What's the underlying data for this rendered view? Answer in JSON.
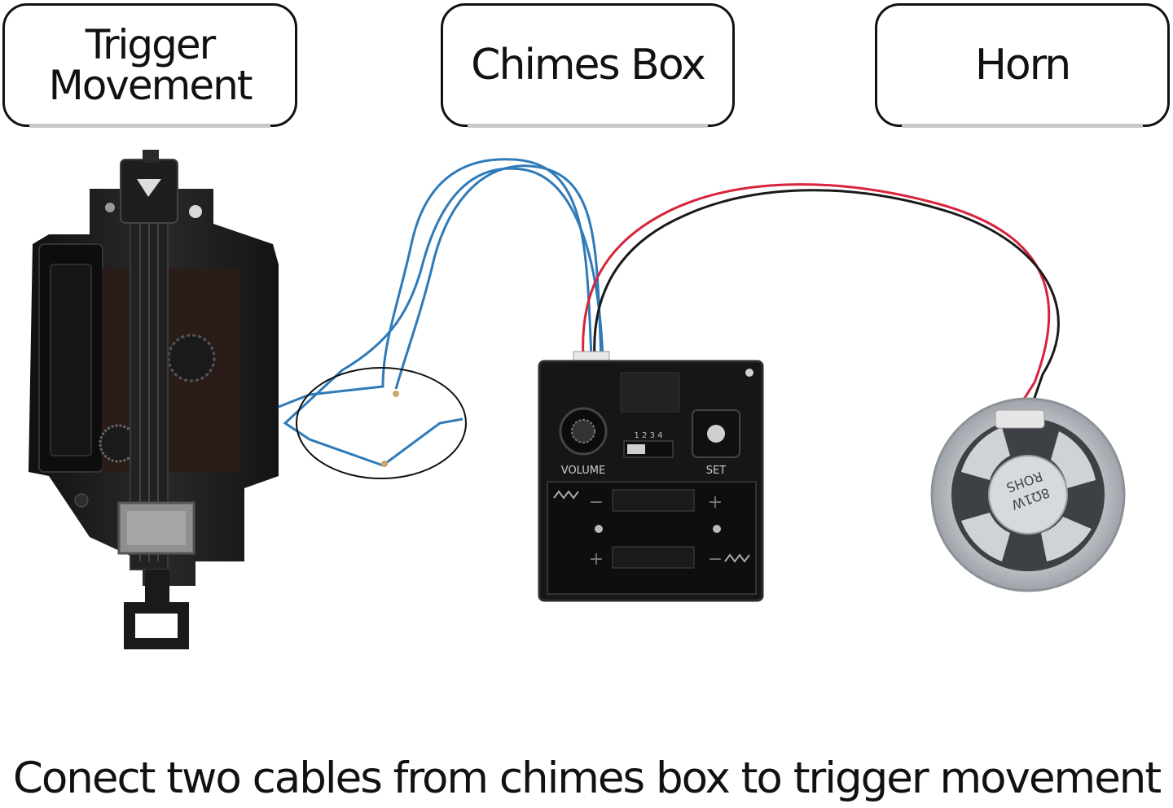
{
  "labels": {
    "trigger_line1": "Trigger",
    "trigger_line2": "Movement",
    "chimes": "Chimes Box",
    "horn": "Horn"
  },
  "chimes_box": {
    "volume_label": "VOLUME",
    "set_label": "SET",
    "switch_numbers": "1 2 3 4"
  },
  "speaker": {
    "marking_line1": "8Ω1W",
    "marking_line2": "ROHS"
  },
  "caption": "Conect two cables from chimes box to trigger movement",
  "colors": {
    "wire_blue": "#2f7ab8",
    "wire_red": "#d8233b",
    "wire_black": "#1a1a1a",
    "device_body": "#1c1c1c",
    "speaker_metal": "#c9cdd2"
  }
}
